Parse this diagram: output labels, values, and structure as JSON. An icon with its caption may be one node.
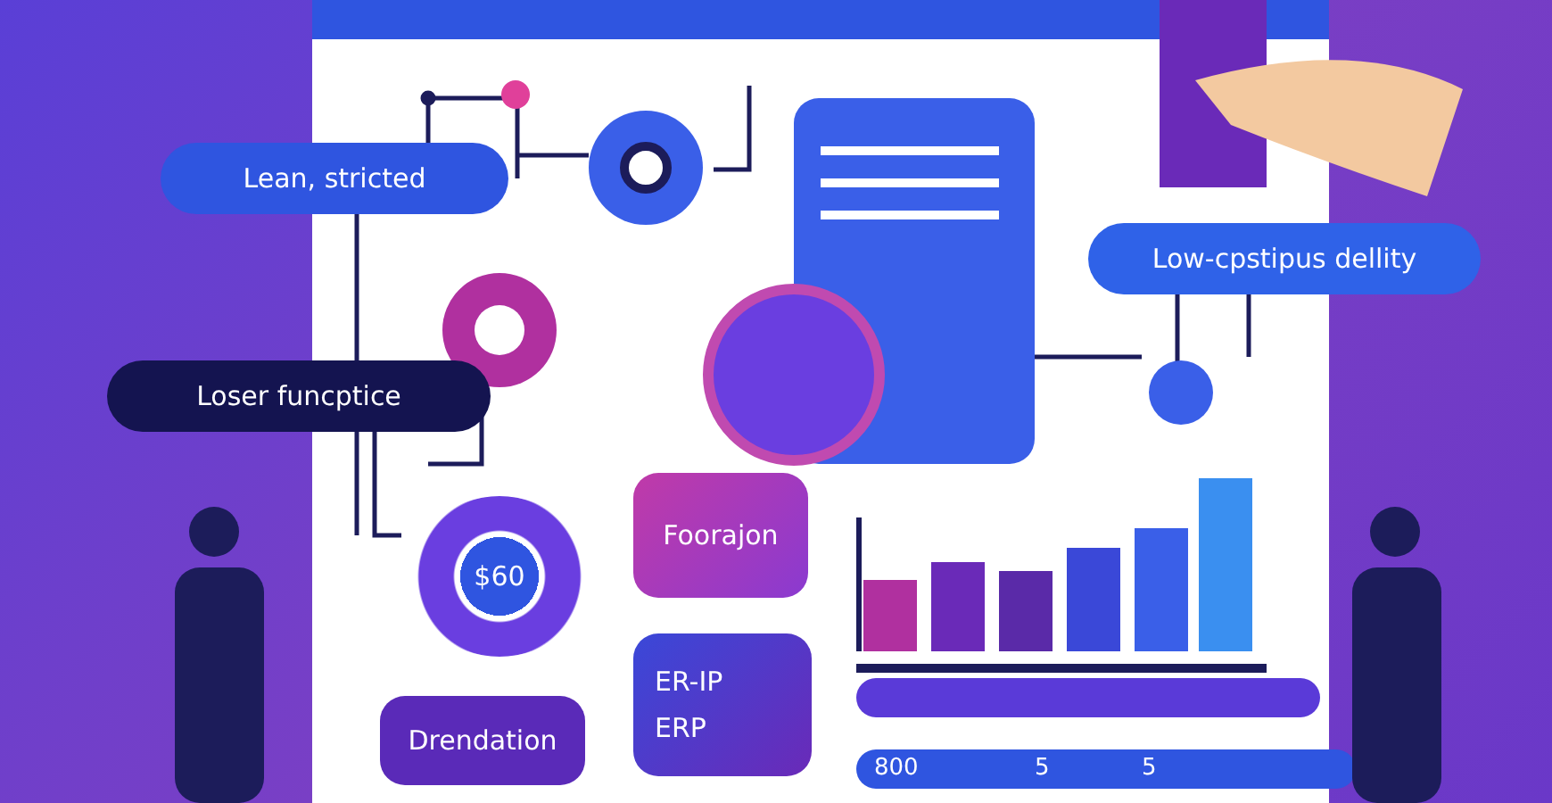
{
  "diagram": {
    "nodes": [
      {
        "text": [
          "Lean, stricted"
        ]
      },
      {
        "text": [
          "Low-cpstipus dellity"
        ]
      },
      {
        "text": [
          "Loser funcptice"
        ]
      },
      {
        "text": [
          "$60"
        ]
      },
      {
        "text": [
          "Foorajon"
        ]
      },
      {
        "text": [
          "Drendation"
        ]
      },
      {
        "text": [
          "ER-IP",
          "ERP"
        ]
      }
    ],
    "labels": [
      "800",
      "5",
      "5"
    ]
  }
}
